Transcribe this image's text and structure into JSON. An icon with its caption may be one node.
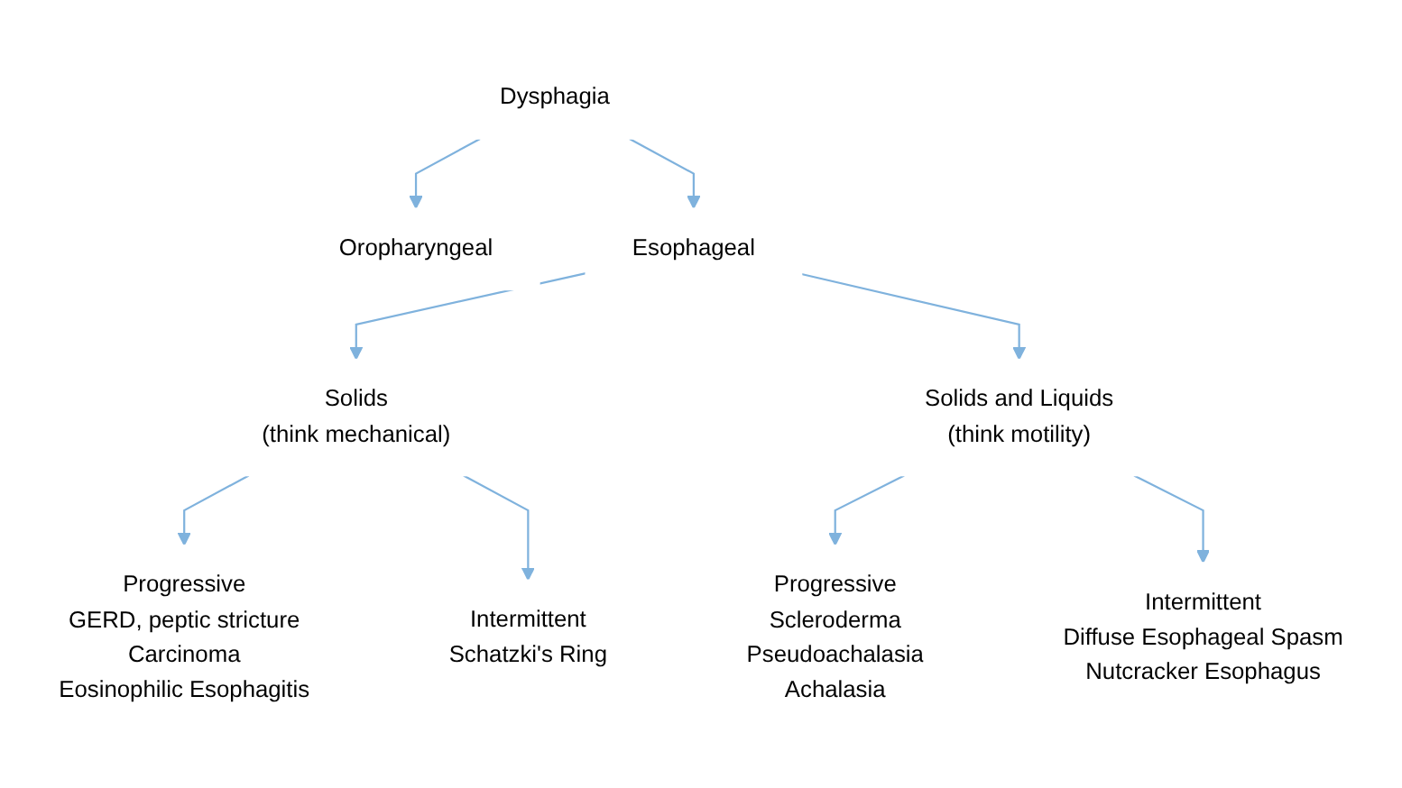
{
  "diagram": {
    "nodes": [
      {
        "text": [
          "Dysphagia"
        ]
      },
      {
        "text": [
          "Oropharyngeal"
        ]
      },
      {
        "text": [
          "Esophageal"
        ]
      },
      {
        "text": [
          "Solids",
          "(think mechanical)"
        ]
      },
      {
        "text": [
          "Solids and Liquids",
          "(think motility)"
        ]
      },
      {
        "text": [
          "Progressive",
          "GERD, peptic stricture",
          "Carcinoma",
          "Eosinophilic Esophagitis"
        ]
      },
      {
        "text": [
          "Intermittent",
          "Schatzki's Ring"
        ]
      },
      {
        "text": [
          "Progressive",
          "Scleroderma",
          "Pseudoachalasia",
          "Achalasia"
        ]
      },
      {
        "text": [
          "Intermittent",
          "Diffuse Esophageal Spasm",
          "Nutcracker Esophagus"
        ]
      }
    ],
    "edges": [
      {
        "from": 0,
        "to": 1,
        "arrow": "to"
      },
      {
        "from": 0,
        "to": 2,
        "arrow": "to"
      },
      {
        "from": 2,
        "to": 3,
        "arrow": "to"
      },
      {
        "from": 2,
        "to": 4,
        "arrow": "to"
      },
      {
        "from": 3,
        "to": 5,
        "arrow": "to"
      },
      {
        "from": 3,
        "to": 6,
        "arrow": "to"
      },
      {
        "from": 4,
        "to": 7,
        "arrow": "to"
      },
      {
        "from": 4,
        "to": 8,
        "arrow": "to"
      }
    ]
  }
}
